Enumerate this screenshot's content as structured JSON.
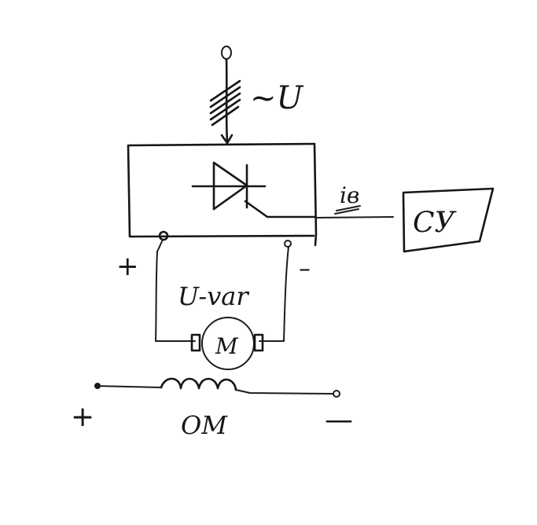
{
  "supply": {
    "label": "~U"
  },
  "converter": {
    "control_signal_label": "iв"
  },
  "control_unit": {
    "label": "СУ"
  },
  "armature": {
    "voltage_label": "U-var",
    "motor_label": "M",
    "plus_sign": "+",
    "minus_sign": "–"
  },
  "field_winding": {
    "label": "ОМ",
    "plus_sign": "+",
    "minus_sign": "—"
  }
}
